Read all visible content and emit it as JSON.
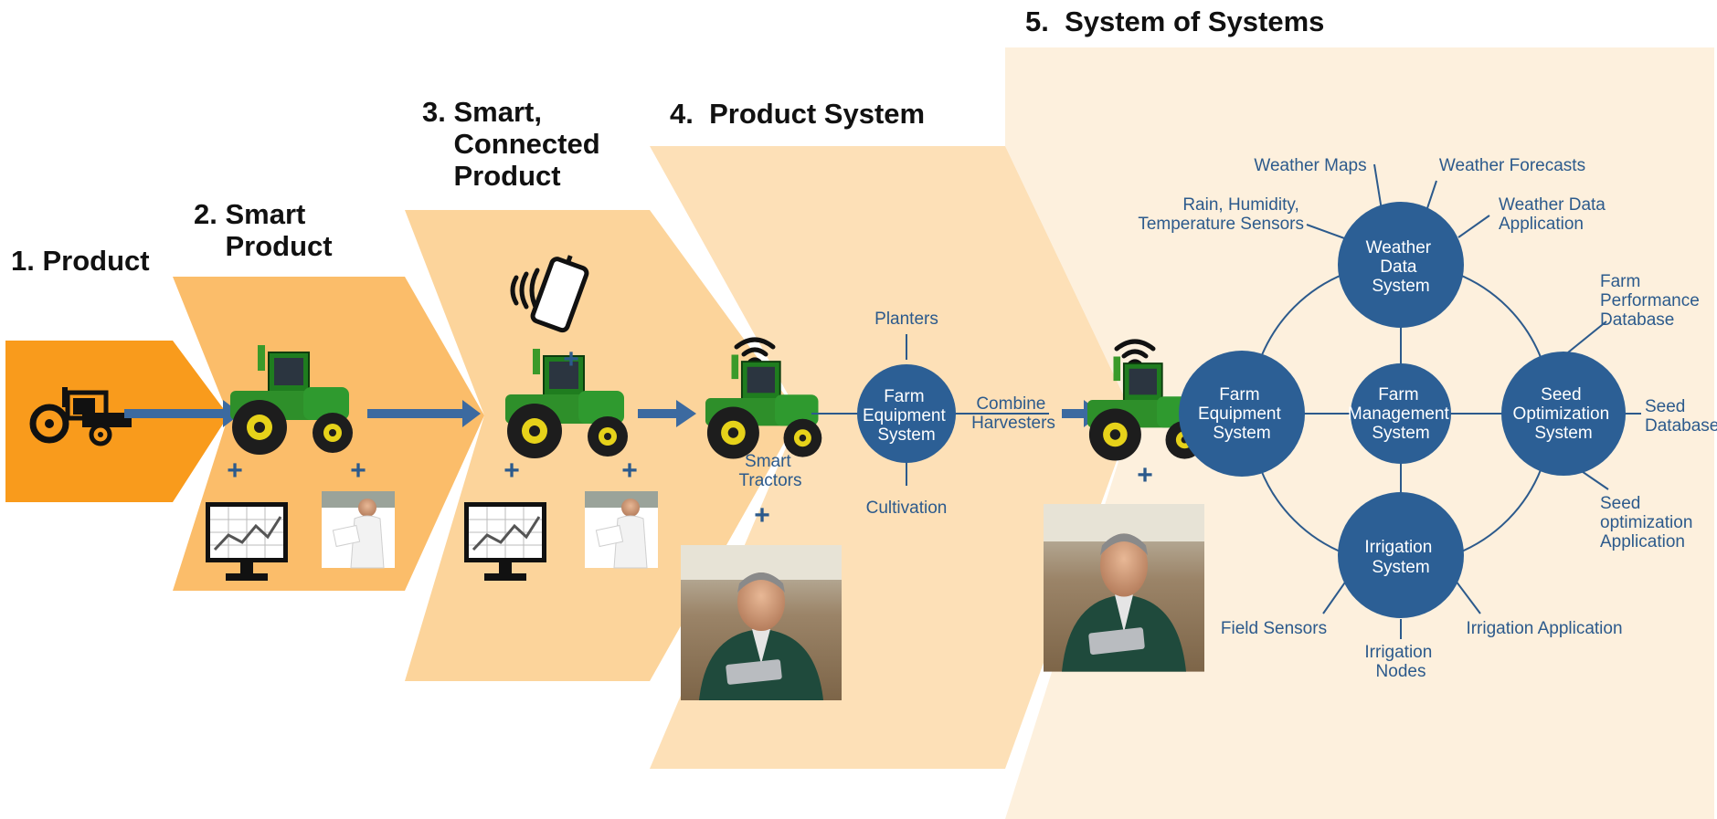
{
  "stages": {
    "s1": {
      "title": "1. Product"
    },
    "s2": {
      "title": "2. Smart\n    Product"
    },
    "s3": {
      "title": "3. Smart,\n    Connected\n    Product"
    },
    "s4": {
      "title": "4.  Product System"
    },
    "s5": {
      "title": "5.  System of Systems"
    }
  },
  "product_system": {
    "hub": [
      "Farm",
      "Equipment",
      "System"
    ],
    "smart_tractors": [
      "Smart",
      "Tractors"
    ],
    "planters": "Planters",
    "cultivation": "Cultivation",
    "combine": [
      "Combine",
      "Harvesters"
    ]
  },
  "system_of_systems": {
    "weather": [
      "Weather",
      "Data",
      "System"
    ],
    "farm_equipment": [
      "Farm",
      "Equipment",
      "System"
    ],
    "farm_management": [
      "Farm",
      "Management",
      "System"
    ],
    "seed": [
      "Seed",
      "Optimization",
      "System"
    ],
    "irrigation": [
      "Irrigation",
      "System"
    ],
    "weather_maps": "Weather Maps",
    "weather_forecasts": "Weather Forecasts",
    "rain_sensors": [
      "Rain, Humidity,",
      "Temperature Sensors"
    ],
    "weather_app": [
      "Weather Data",
      "Application"
    ],
    "farm_perf_db": [
      "Farm",
      "Performance",
      "Database"
    ],
    "seed_db": [
      "Seed",
      "Database"
    ],
    "seed_opt_app": [
      "Seed",
      "optimization",
      "Application"
    ],
    "field_sensors": "Field Sensors",
    "irrigation_nodes": [
      "Irrigation",
      "Nodes"
    ],
    "irrigation_app": "Irrigation Application"
  },
  "plus_sign": "+",
  "colors": {
    "stage1": "#f99b1c",
    "stage2": "#fbbd6a",
    "stage3": "#fcd49b",
    "stage4": "#fde0b7",
    "stage5": "#fdf0dd",
    "circle": "#2c5f95",
    "text_blue": "#2c5a8c",
    "arrow": "#3c6aa0"
  }
}
